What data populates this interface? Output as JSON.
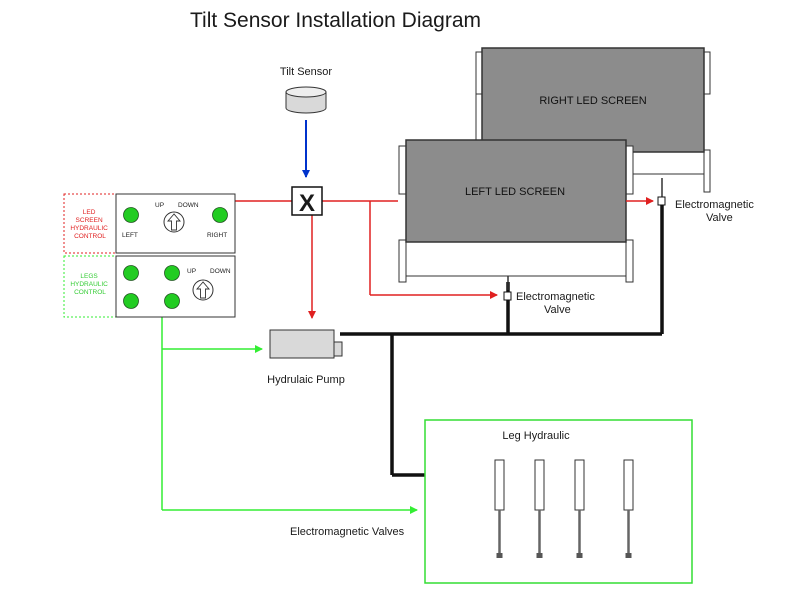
{
  "title": "Tilt Sensor Installation Diagram",
  "tilt_sensor": {
    "label": "Tilt Sensor",
    "junction_mark": "X"
  },
  "screens": {
    "right": "RIGHT LED SCREEN",
    "left": "LEFT LED SCREEN"
  },
  "valves": {
    "right": {
      "line1": "Electromagnetic",
      "line2": "Valve"
    },
    "left": {
      "line1": "Electromagnetic",
      "line2": "Valve"
    },
    "legs": "Electromagnetic Valves"
  },
  "pump": {
    "label": "Hydrulaic Pump"
  },
  "legs_box": {
    "title": "Leg Hydraulic"
  },
  "led_control": {
    "label_lines": [
      "LED",
      "SCREEN",
      "HYDRAULIC",
      "CONTROL"
    ],
    "up": "UP",
    "down": "DOWN",
    "left": "LEFT",
    "right": "RIGHT"
  },
  "legs_control": {
    "label_lines": [
      "LEGS",
      "HYDRAULIC",
      "CONTROL"
    ],
    "up": "UP",
    "down": "DOWN"
  },
  "colors": {
    "signal": "#0033cc",
    "led_circuit": "#e02020",
    "legs_circuit": "#33ee33",
    "hydraulic": "#111111",
    "screen_fill": "#8c8c8c",
    "button": "#22cc22"
  }
}
